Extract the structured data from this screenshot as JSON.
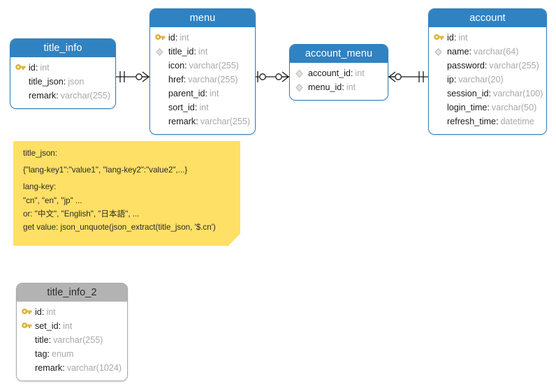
{
  "diagram": {
    "type": "entity-relationship-diagram",
    "background": "#ffffff",
    "colors": {
      "header_blue": "#3182c0",
      "header_gray": "#b3b3b3",
      "border_blue": "#2f80bd",
      "border_gray": "#aaaaaa",
      "note_yellow": "#ffe066",
      "key_icon": "#f2c53d",
      "type_text": "#a8a8a8"
    }
  },
  "tables": [
    {
      "name": "title_info",
      "style": "blue",
      "fields": [
        {
          "icon": "key-icon",
          "name": "id",
          "type": "int"
        },
        {
          "icon": "none",
          "name": "title_json",
          "type": "json"
        },
        {
          "icon": "none",
          "name": "remark",
          "type": "varchar(255)"
        }
      ]
    },
    {
      "name": "menu",
      "style": "blue",
      "fields": [
        {
          "icon": "key-icon",
          "name": "id",
          "type": "int"
        },
        {
          "icon": "diamond-icon",
          "name": "title_id",
          "type": "int"
        },
        {
          "icon": "none",
          "name": "icon",
          "type": "varchar(255)"
        },
        {
          "icon": "none",
          "name": "href",
          "type": "varchar(255)"
        },
        {
          "icon": "none",
          "name": "parent_id",
          "type": "int"
        },
        {
          "icon": "none",
          "name": "sort_id",
          "type": "int"
        },
        {
          "icon": "none",
          "name": "remark",
          "type": "varchar(255)"
        }
      ]
    },
    {
      "name": "account_menu",
      "style": "blue",
      "fields": [
        {
          "icon": "diamond-icon",
          "name": "account_id",
          "type": "int"
        },
        {
          "icon": "diamond-icon",
          "name": "menu_id",
          "type": "int"
        }
      ]
    },
    {
      "name": "account",
      "style": "blue",
      "fields": [
        {
          "icon": "key-icon",
          "name": "id",
          "type": "int"
        },
        {
          "icon": "diamond-icon",
          "name": "name",
          "type": "varchar(64)"
        },
        {
          "icon": "none",
          "name": "password",
          "type": "varchar(255)"
        },
        {
          "icon": "none",
          "name": "ip",
          "type": "varchar(20)"
        },
        {
          "icon": "none",
          "name": "session_id",
          "type": "varchar(100)"
        },
        {
          "icon": "none",
          "name": "login_time",
          "type": "varchar(50)"
        },
        {
          "icon": "none",
          "name": "refresh_time",
          "type": "datetime"
        }
      ]
    },
    {
      "name": "title_info_2",
      "style": "gray",
      "fields": [
        {
          "icon": "key-icon",
          "name": "id",
          "type": "int"
        },
        {
          "icon": "key-icon",
          "name": "set_id",
          "type": "int"
        },
        {
          "icon": "none",
          "name": "title",
          "type": "varchar(255)"
        },
        {
          "icon": "none",
          "name": "tag",
          "type": "enum"
        },
        {
          "icon": "none",
          "name": "remark",
          "type": "varchar(1024)"
        }
      ]
    }
  ],
  "relationships": [
    {
      "from": "title_info",
      "to": "menu",
      "from_cardinality": "one-and-only-one",
      "to_cardinality": "zero-or-many"
    },
    {
      "from": "menu",
      "to": "account_menu",
      "from_cardinality": "zero-or-one",
      "to_cardinality": "zero-or-many"
    },
    {
      "from": "account_menu",
      "to": "account",
      "from_cardinality": "zero-or-many",
      "to_cardinality": "one-and-only-one"
    }
  ],
  "note": {
    "lines": [
      "title_json:",
      "{\"lang-key1\":\"value1\", \"lang-key2\":\"value2\",...}",
      "lang-key:",
      "\"cn\", \"en\", \"jp\" ...",
      "or: \"中文\", \"English\", \"日本語\", ...",
      "get value: json_unquote(json_extract(title_json, '$.cn')"
    ]
  }
}
